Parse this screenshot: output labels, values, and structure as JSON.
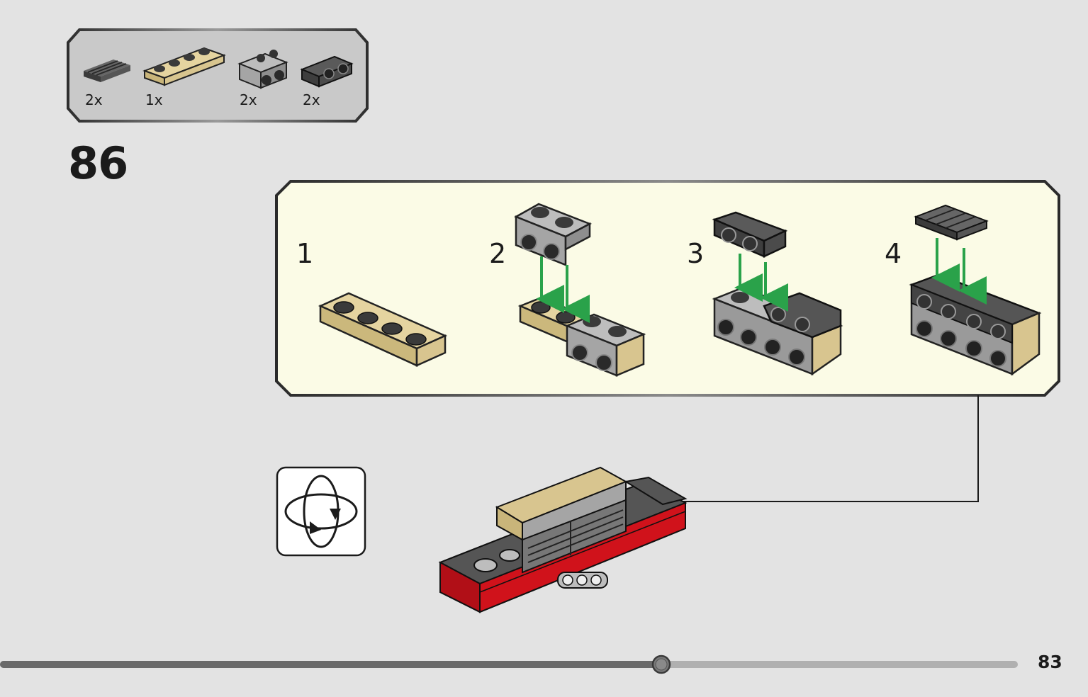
{
  "parts": [
    {
      "qty": "2x",
      "icon": "dark-grey-grille-tile-icon"
    },
    {
      "qty": "1x",
      "icon": "tan-1x4-plate-icon"
    },
    {
      "qty": "2x",
      "icon": "light-grey-bracket-icon"
    },
    {
      "qty": "2x",
      "icon": "dark-grey-bracket-icon"
    }
  ],
  "step_number": "86",
  "substeps": [
    {
      "label": "1"
    },
    {
      "label": "2"
    },
    {
      "label": "3"
    },
    {
      "label": "4"
    }
  ],
  "rotate_icon": "rotate-model-icon",
  "page_number": "83",
  "progress": 0.65,
  "colors": {
    "background": "#e3e3e3",
    "subpanel": "#fbfbe6",
    "arrow_green": "#2aa24a",
    "brick_red": "#d0121b",
    "brick_tan": "#d8c58f",
    "brick_light_grey": "#a5a5a5",
    "brick_dark_grey": "#4b4b4b"
  }
}
